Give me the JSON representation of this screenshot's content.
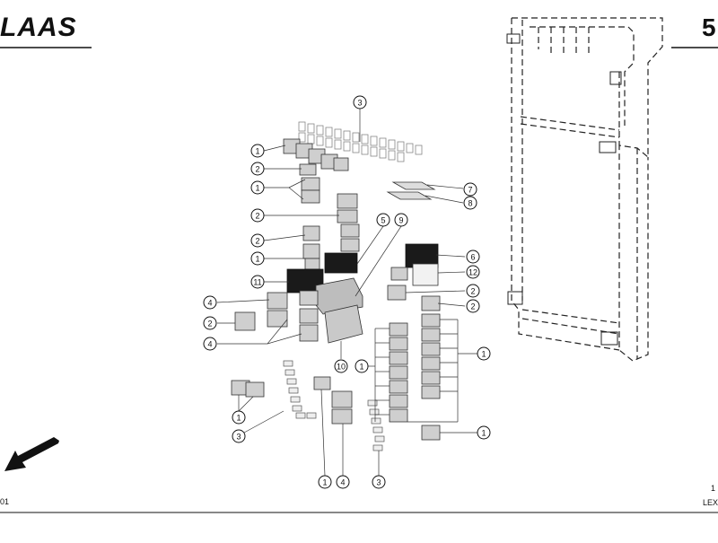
{
  "header": {
    "brand": "LAAS",
    "page_number": "5"
  },
  "footer": {
    "left_text": "01",
    "right_top": "1",
    "right_bottom": "LEX"
  },
  "callouts": [
    "3",
    "1",
    "2",
    "1",
    "7",
    "8",
    "2",
    "5",
    "9",
    "2",
    "1",
    "6",
    "12",
    "11",
    "2",
    "4",
    "2",
    "2",
    "4",
    "10",
    "1",
    "1",
    "1",
    "1",
    "3",
    "1",
    "4",
    "3",
    "1"
  ],
  "colors": {
    "ink": "#111111",
    "gray": "#9a9a9a",
    "dark": "#1a1a1a"
  }
}
